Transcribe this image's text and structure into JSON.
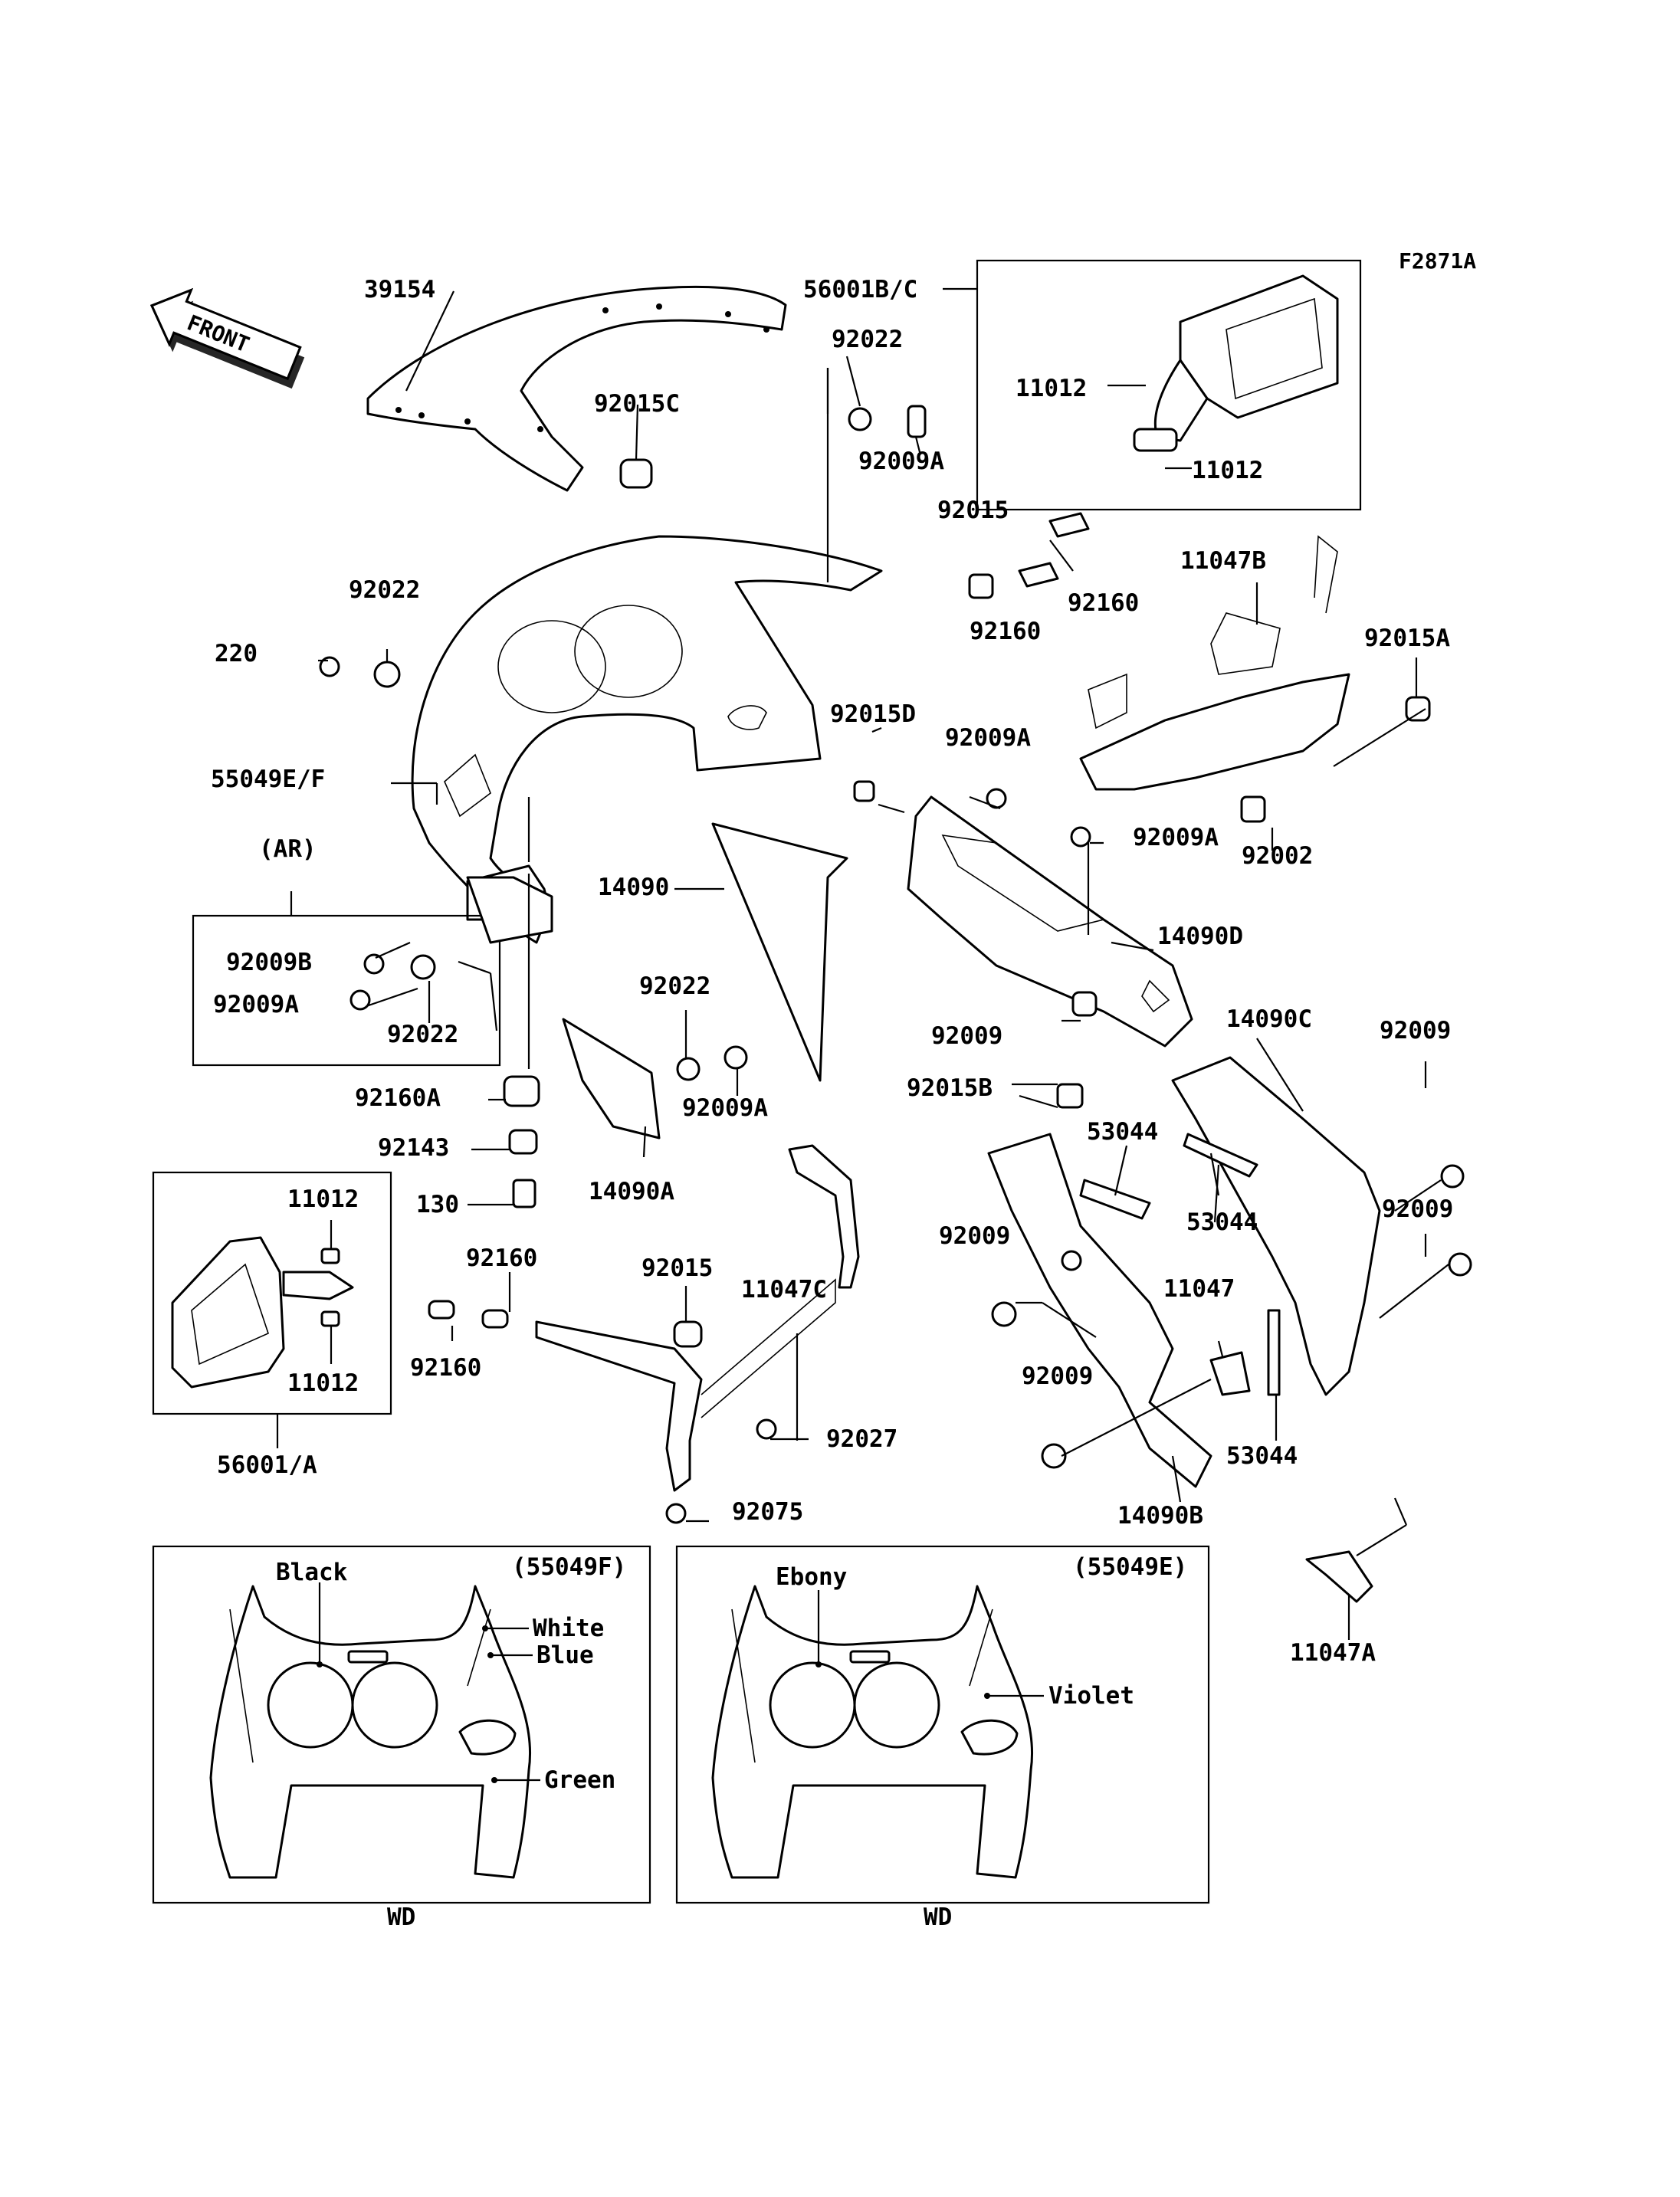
{
  "figure_code": "F2871A",
  "front_label": "FRONT",
  "parts": [
    "39154",
    "92015C",
    "56001B/C",
    "92022",
    "92009A",
    "11012",
    "11012",
    "92015",
    "92160",
    "92160",
    "11047B",
    "92015A",
    "220",
    "92022",
    "55049E/F",
    "92015D",
    "92009A",
    "92009A",
    "92002",
    "14090",
    "14090D",
    "(AR)",
    "92009B",
    "92009A",
    "92022",
    "92022",
    "92009A",
    "14090A",
    "92160A",
    "92143",
    "130",
    "11012",
    "11012",
    "56001/A",
    "92160",
    "92160",
    "92015",
    "11047C",
    "92027",
    "92075",
    "92009",
    "92015B",
    "14090C",
    "92009",
    "53044",
    "53044",
    "92009",
    "92009",
    "11047",
    "92009",
    "53044",
    "14090B",
    "11047A"
  ],
  "insets": {
    "left": {
      "code": "(55049F)",
      "colors": [
        "Black",
        "White",
        "Blue",
        "Green"
      ],
      "footer": "WD"
    },
    "right": {
      "code": "(55049E)",
      "colors": [
        "Ebony",
        "Violet"
      ],
      "footer": "WD"
    }
  }
}
